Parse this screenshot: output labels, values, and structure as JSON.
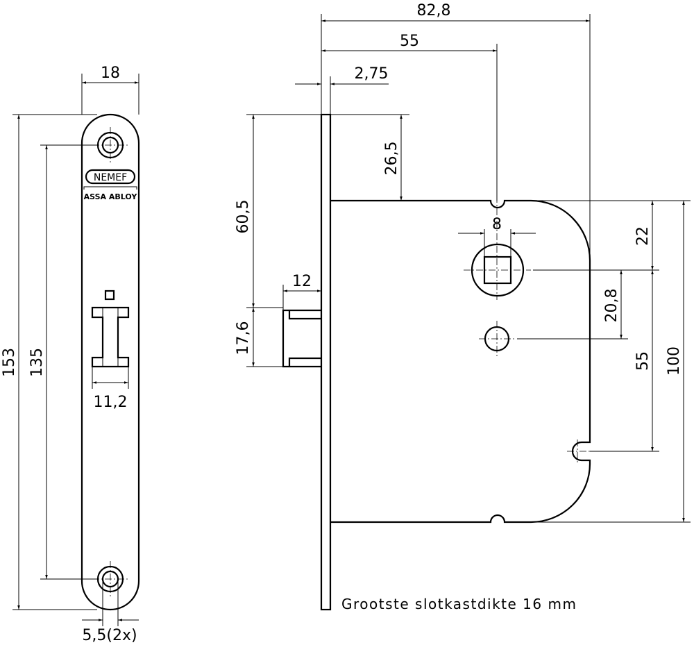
{
  "front_view": {
    "brand_logo": "NEMEF",
    "brand_sub": "ASSA ABLOY",
    "dimensions": {
      "width": "18",
      "height": "153",
      "hole_spacing": "135",
      "latch_width": "11,2",
      "hole_diameter": "5,5(2x)"
    }
  },
  "side_view": {
    "dimensions": {
      "overall_depth": "82,8",
      "backset": "55",
      "faceplate_thickness": "2,75",
      "top_offset": "26,5",
      "latch_position": "60,5",
      "latch_height": "17,6",
      "latch_projection": "12",
      "spindle": "8",
      "follower_from_top": "22",
      "follower_to_hole": "20,8",
      "follower_to_notch": "55",
      "case_height": "100"
    },
    "note": "Grootste slotkastdikte 16 mm"
  },
  "colors": {
    "line": "#000000",
    "background": "#ffffff"
  }
}
